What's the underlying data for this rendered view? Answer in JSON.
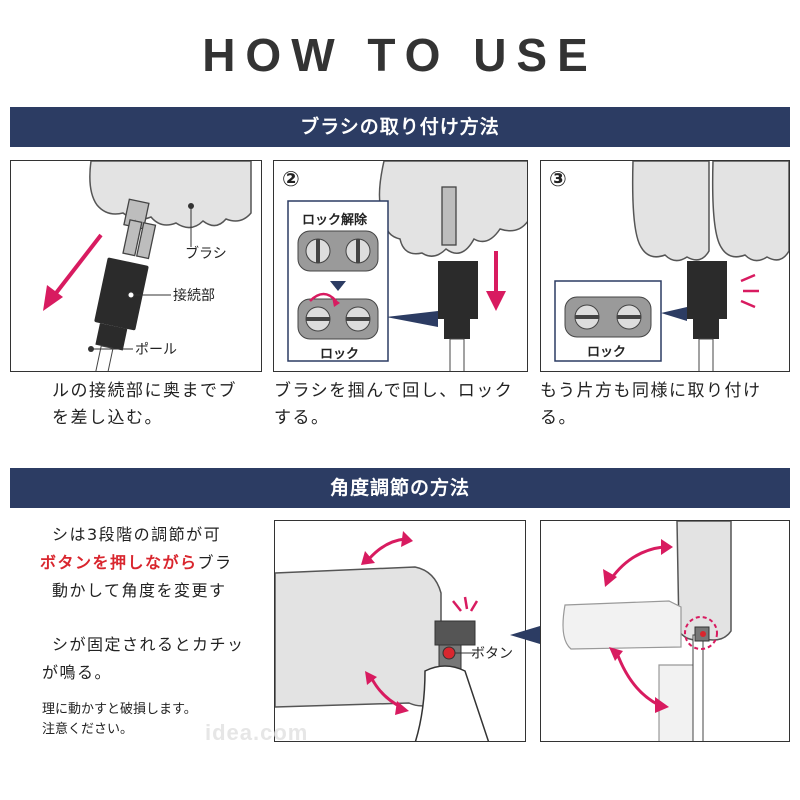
{
  "header": {
    "title": "HOW TO USE"
  },
  "section1": {
    "title": "ブラシの取り付け方法",
    "step1": {
      "label_brush": "ブラシ",
      "label_connector": "接続部",
      "label_pole": "ポール",
      "caption_line1": "ルの接続部に奥までブ",
      "caption_line2": "を差し込む。"
    },
    "step2": {
      "number": "②",
      "unlock_label": "ロック解除",
      "lock_label": "ロック",
      "caption_line1": "ブラシを掴んで回し、ロック",
      "caption_line2": "する。"
    },
    "step3": {
      "number": "③",
      "lock_label": "ロック",
      "caption_line1": "もう片方も同様に取り付け",
      "caption_line2": "る。"
    }
  },
  "section2": {
    "title": "角度調節の方法",
    "note_line1": "シは3段階の調節が可",
    "note_line2_red": "ボタンを押しながら",
    "note_line2_rest": "ブラ",
    "note_line3": "動かして角度を変更す",
    "note_line4": "シが固定されるとカチッ",
    "note_line5": "が鳴る。",
    "warning_line1": "理に動かすと破損します。",
    "warning_line2": "注意ください。",
    "button_label": "ボタン"
  },
  "watermark": "idea.com",
  "colors": {
    "navy": "#2c3c63",
    "magenta": "#d81b60",
    "red": "#d9262e",
    "brush_gray": "#e3e3e3",
    "connector": "#2b2b2b"
  }
}
